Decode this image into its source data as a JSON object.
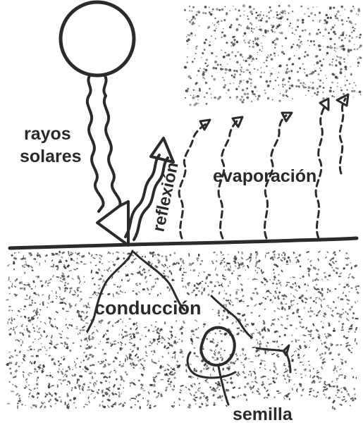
{
  "labels": {
    "solar_rays_line1": "rayos",
    "solar_rays_line2": "solares",
    "reflection": "reflexión",
    "evaporation": "evaporación",
    "conduction": "conducción",
    "seed": "semilla"
  },
  "colors": {
    "ink": "#2b2b2b",
    "paper": "#ffffff",
    "soil_speckle": "#3a3a3a"
  }
}
